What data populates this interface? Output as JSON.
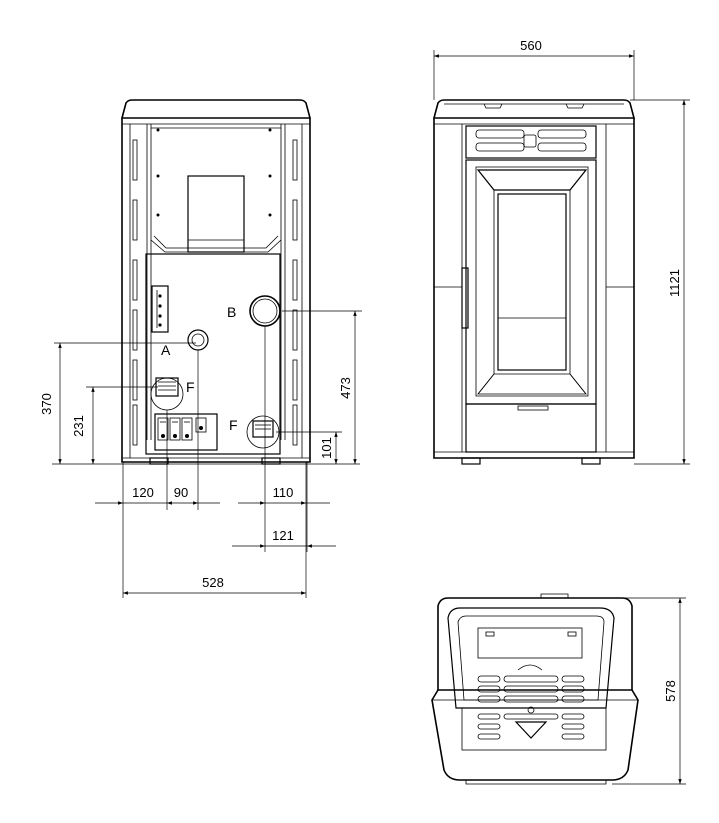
{
  "connection_labels": {
    "a": "A",
    "b": "B",
    "f_left": "F",
    "f_right": "F"
  },
  "rear_view_dimensions": {
    "d370": "370",
    "d231": "231",
    "d473": "473",
    "d101": "101",
    "d120": "120",
    "d90": "90",
    "d110": "110",
    "d121": "121",
    "d528": "528"
  },
  "front_view_dimensions": {
    "d560": "560",
    "d1121": "1121"
  },
  "top_view_dimensions": {
    "d578": "578"
  }
}
